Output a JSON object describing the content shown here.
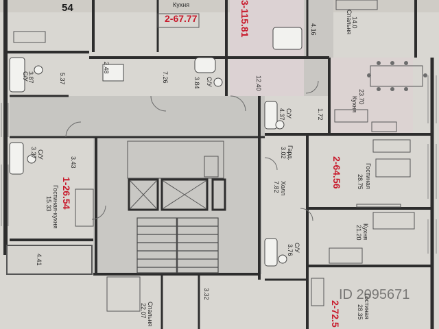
{
  "apartments": [
    {
      "rooms": "54",
      "label": "54"
    },
    {
      "rooms": "2",
      "area": "-67.77",
      "label": "2-67.77",
      "color": "#c8192b"
    },
    {
      "rooms": "3",
      "area": "-115.81",
      "label": "3-115.81",
      "color": "#c8192b"
    },
    {
      "rooms": "1",
      "area": "-26.54",
      "label": "1-26.54",
      "color": "#c8192b"
    },
    {
      "rooms": "2",
      "area": "-64.56",
      "label": "2-64.56",
      "color": "#c8192b"
    },
    {
      "rooms": "2",
      "area": "-72.5",
      "label": "2-72.5",
      "color": "#c8192b"
    }
  ],
  "rooms": {
    "kitchen_top": "Кухня",
    "bedroom_top": "Спальня",
    "bedroom_top_area": "14.0",
    "kitchen_right": "Кухня",
    "kitchen_right_area": "23.70",
    "cu_1": "С/У",
    "cu_1_area": "3.87",
    "a_537": "5.37",
    "a_248": "2.48",
    "a_726": "7.26",
    "cu_2": "С/У",
    "cu_2_area": "3.84",
    "a_1240": "12.40",
    "a_416": "4.16",
    "cu_3": "С/У",
    "cu_3_area": "4.37",
    "a_172": "1.72",
    "cu_4": "С/У",
    "cu_4_area": "3.37",
    "a_343": "3.43",
    "living_kitchen": "Гостиная-кухня",
    "living_kitchen_area": "15.33",
    "gard": "Гард.",
    "gard_area": "3.02",
    "hall": "Холл",
    "hall_area": "7.82",
    "living_1": "Гостиная",
    "living_1_area": "28.75",
    "kitchen_3": "Кухня",
    "kitchen_3_area": "21.20",
    "cu_5": "С/У",
    "cu_5_area": "3.76",
    "balcony_area": "4.41",
    "bedroom_bottom": "Спальня",
    "bedroom_bottom_area": "22.07",
    "a_332": "3.32",
    "living_2": "Гостиная",
    "living_2_area": "28.35"
  },
  "watermark": "ID 2095671"
}
